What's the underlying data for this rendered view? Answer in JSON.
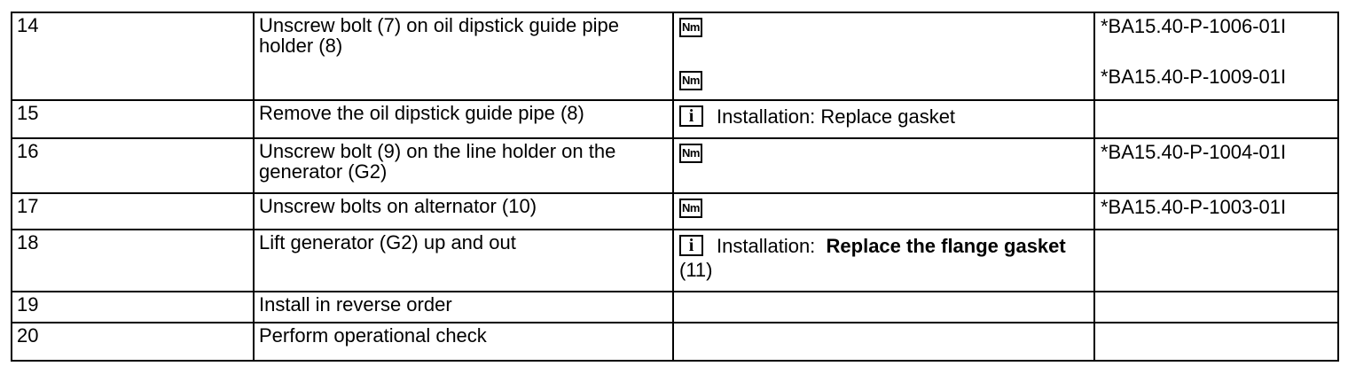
{
  "colors": {
    "text": "#000000",
    "border": "#000000",
    "background": "#ffffff"
  },
  "icons": {
    "nm": "Nm",
    "info": "i"
  },
  "table": {
    "rows": [
      {
        "step": "14",
        "description": "Unscrew bolt (7) on oil dipstick guide pipe holder (8)",
        "notes": [
          {
            "icon": "nm",
            "segments": []
          },
          {
            "icon": "nm",
            "segments": []
          }
        ],
        "references": [
          "*BA15.40-P-1006-01I",
          "*BA15.40-P-1009-01I"
        ]
      },
      {
        "step": "15",
        "description": "Remove the oil dipstick guide pipe (8)",
        "notes": [
          {
            "icon": "info",
            "segments": [
              {
                "t": "Installation: Replace gasket",
                "heavy": false,
                "block": false
              }
            ]
          }
        ],
        "references": []
      },
      {
        "step": "16",
        "description": "Unscrew bolt (9) on the line holder on the generator (G2)",
        "notes": [
          {
            "icon": "nm",
            "segments": []
          }
        ],
        "references": [
          "*BA15.40-P-1004-01I"
        ]
      },
      {
        "step": "17",
        "description": "Unscrew bolts on alternator (10)",
        "notes": [
          {
            "icon": "nm",
            "segments": []
          }
        ],
        "references": [
          "*BA15.40-P-1003-01I"
        ]
      },
      {
        "step": "18",
        "description": "Lift generator (G2) up and out",
        "notes": [
          {
            "icon": "info",
            "segments": [
              {
                "t": "Installation:  ",
                "heavy": false,
                "block": false
              },
              {
                "t": "Replace the flange gasket",
                "heavy": true,
                "block": false
              },
              {
                "t": "(11)",
                "heavy": false,
                "block": true
              }
            ]
          }
        ],
        "references": []
      },
      {
        "step": "19",
        "description": "Install in reverse order",
        "notes": [],
        "references": []
      },
      {
        "step": "20",
        "description": "Perform operational check",
        "notes": [],
        "references": []
      }
    ]
  }
}
